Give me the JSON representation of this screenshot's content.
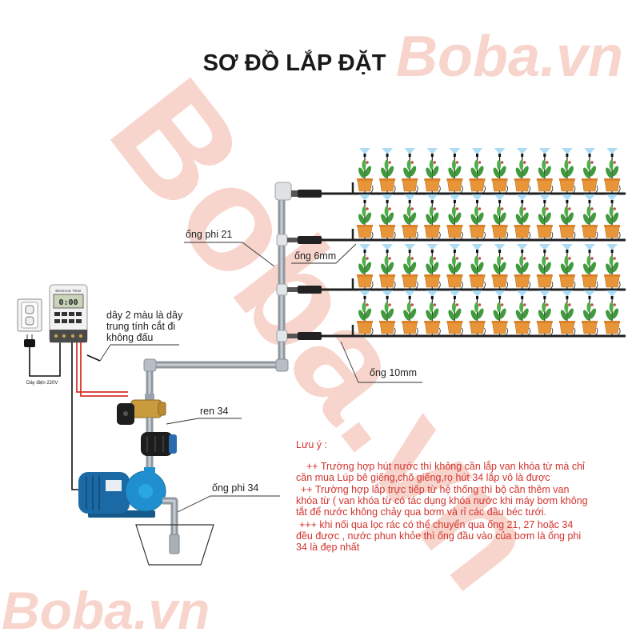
{
  "title": "SƠ ĐỒ LẮP ĐẶT",
  "watermarks": {
    "top_right": "Boba.vn",
    "bottom_left": "Boba.vn",
    "diagonal": "Boba.vn"
  },
  "labels": {
    "pipe_21": "ống phi 21",
    "tube_6mm": "ống 6mm",
    "tube_10mm": "ống 10mm",
    "thread_34": "ren 34",
    "pipe_34": "ống phi 34",
    "power_cord": "Dây điện 220V",
    "neutral_wire": [
      "dây 2 màu là dây",
      "trung tính cắt đi",
      "không đấu"
    ]
  },
  "timer": {
    "brand": "Electronic Timer",
    "display": "0:00"
  },
  "notes": {
    "heading": "Lưu ý :",
    "lines": [
      "++ Trường hợp hút nước thì không cần lắp van khóa từ mà chỉ",
      "cần mua Lúp bê giếng,chõ giếng,rọ hút 34 lắp vô là được",
      "++ Trường hợp lắp trực tiếp từ hệ thống thì bộ cần thêm van",
      "khóa từ ( van khóa từ có tác dụng khóa nước khi máy bơm không",
      "tắt để nước không chảy qua bơm và rỉ các đầu béc tưới.",
      "+++ khi nối qua lọc rác có thể chuyển qua ống 21, 27 hoặc 34",
      "đều được , nước phun khỏe thì ống đầu vào của bơm là ống phi",
      "34 là đẹp nhất"
    ]
  },
  "colors": {
    "note_text": "#d2332d",
    "wire_red": "#d8342a",
    "pot": "#e8953a",
    "leaf": "#3f9b3b",
    "spray": "#9fd6f3",
    "pump": "#1c6aa5"
  }
}
